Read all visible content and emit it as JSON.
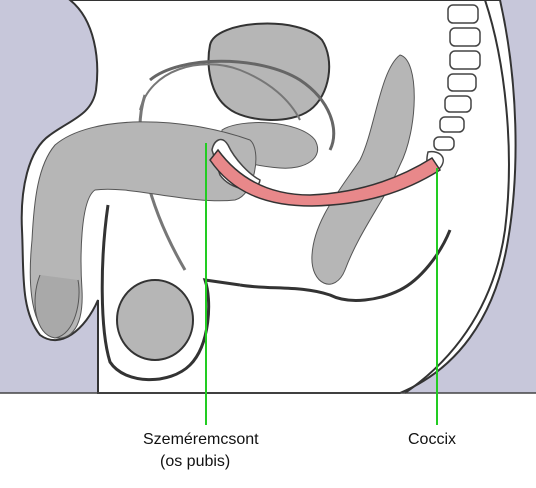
{
  "diagram": {
    "labels": {
      "pubis_line1": "Szeméremcsont",
      "pubis_line2": "(os pubis)",
      "coccyx": "Coccix"
    },
    "colors": {
      "background_region": "#c7c7da",
      "body_fill": "#ffffff",
      "organ_gray": "#b6b6b6",
      "outline": "#222222",
      "muscle_pink": "#e8888a",
      "pointer_green": "#22cc22",
      "baseline": "#444444"
    }
  }
}
